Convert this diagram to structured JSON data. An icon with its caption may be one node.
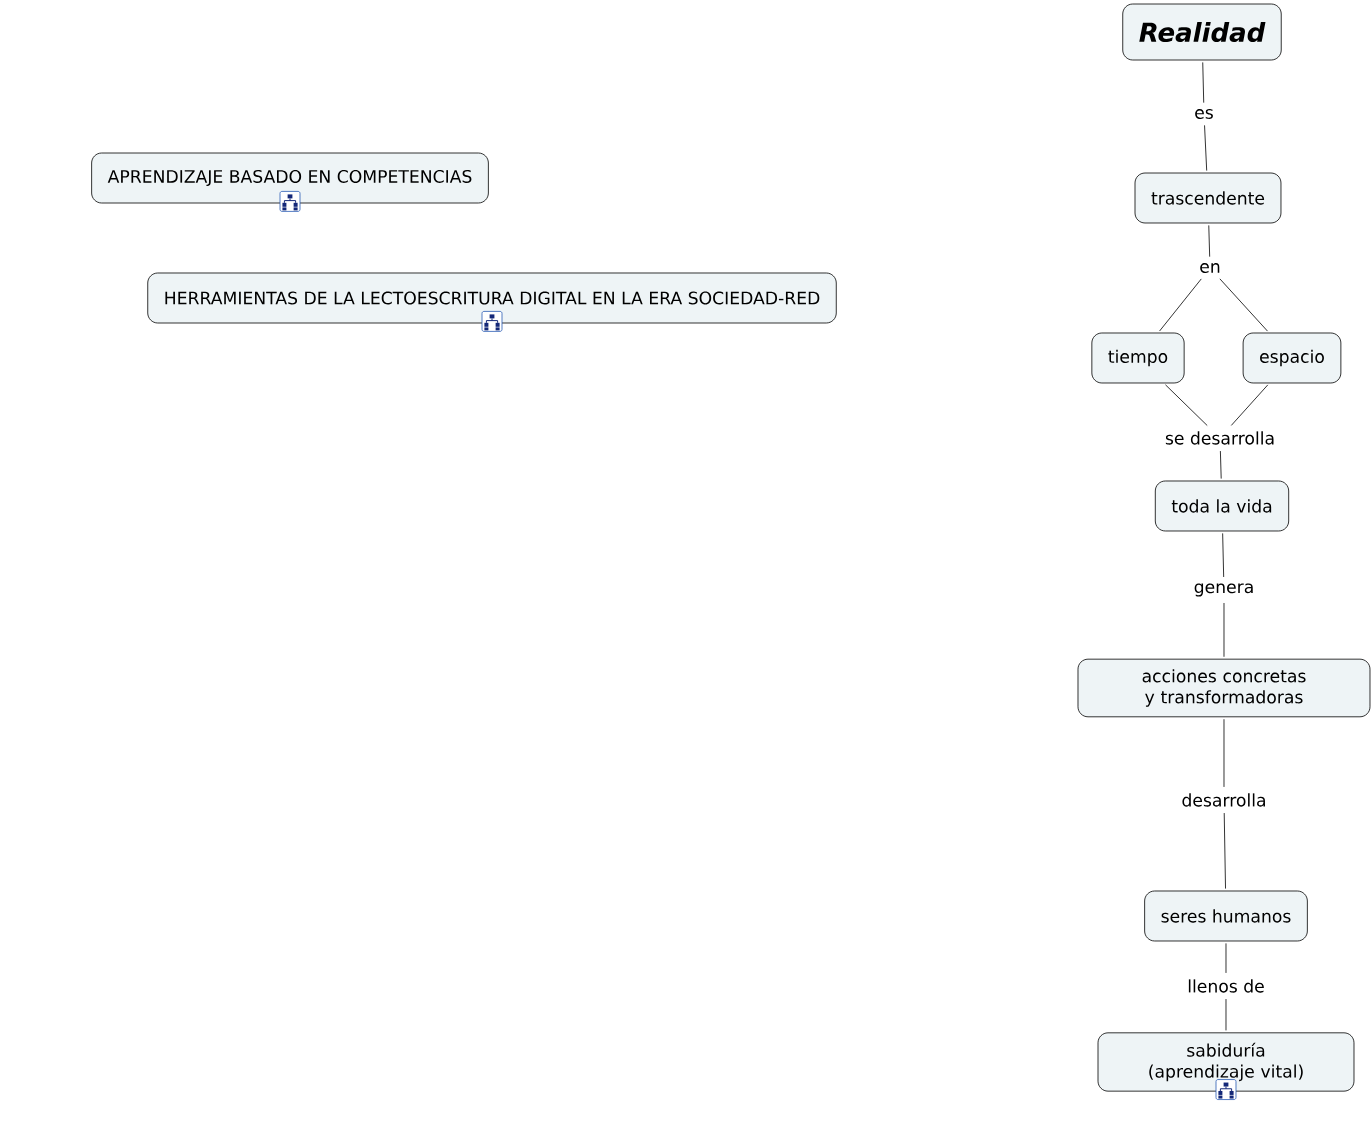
{
  "diagram": {
    "nodes": [
      {
        "text": [
          "Realidad"
        ]
      },
      {
        "text": [
          "es"
        ]
      },
      {
        "text": [
          "trascendente"
        ]
      },
      {
        "text": [
          "en"
        ]
      },
      {
        "text": [
          "tiempo"
        ]
      },
      {
        "text": [
          "espacio"
        ]
      },
      {
        "text": [
          "se desarrolla"
        ]
      },
      {
        "text": [
          "toda la vida"
        ]
      },
      {
        "text": [
          "genera"
        ]
      },
      {
        "text": [
          "acciones concretas y transformadoras"
        ]
      },
      {
        "text": [
          "desarrolla"
        ]
      },
      {
        "text": [
          "seres humanos"
        ]
      },
      {
        "text": [
          "llenos de"
        ]
      },
      {
        "text": [
          "sabiduría (aprendizaje vital)"
        ]
      },
      {
        "text": [
          "APRENDIZAJE BASADO EN COMPETENCIAS"
        ]
      },
      {
        "text": [
          "HERRAMIENTAS DE LA LECTOESCRITURA DIGITAL EN LA ERA SOCIEDAD-RED"
        ]
      }
    ],
    "edges": [
      {
        "from": 0,
        "to": 1,
        "arrow": "none"
      },
      {
        "from": 1,
        "to": 2,
        "arrow": "none"
      },
      {
        "from": 2,
        "to": 3,
        "arrow": "none"
      },
      {
        "from": 3,
        "to": 4,
        "arrow": "none"
      },
      {
        "from": 3,
        "to": 5,
        "arrow": "none"
      },
      {
        "from": 4,
        "to": 6,
        "arrow": "none"
      },
      {
        "from": 5,
        "to": 6,
        "arrow": "none"
      },
      {
        "from": 6,
        "to": 7,
        "arrow": "none"
      },
      {
        "from": 7,
        "to": 8,
        "arrow": "none"
      },
      {
        "from": 8,
        "to": 9,
        "arrow": "none"
      },
      {
        "from": 9,
        "to": 10,
        "arrow": "none"
      },
      {
        "from": 10,
        "to": 11,
        "arrow": "none"
      },
      {
        "from": 11,
        "to": 12,
        "arrow": "none"
      },
      {
        "from": 12,
        "to": 13,
        "arrow": "none"
      }
    ]
  }
}
